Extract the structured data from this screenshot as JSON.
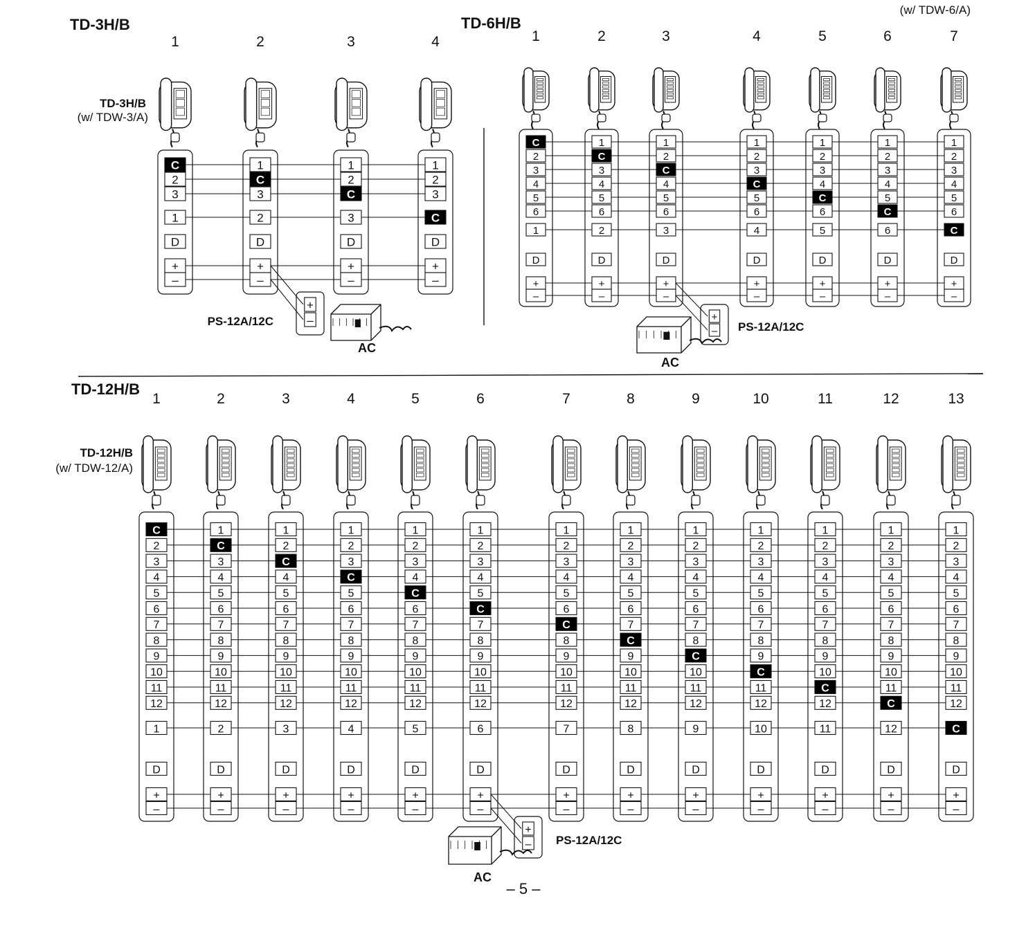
{
  "sections": [
    {
      "id": "td3",
      "title": "TD-3H/B",
      "station_label": "TD-3H/B",
      "station_label_sub": "(w/ TDW-3/A)",
      "station_numbers": [
        "1",
        "2",
        "3",
        "4"
      ],
      "bus_count": 3,
      "bus_terminal_rows": [
        [
          "C",
          "2",
          "3"
        ],
        [
          "1",
          "C",
          "3"
        ],
        [
          "1",
          "2",
          "C"
        ],
        [
          "1",
          "2",
          "3"
        ]
      ],
      "individual_terminals": [
        "1",
        "2",
        "3",
        "C"
      ],
      "door_terminal": "D",
      "plus_terminal": "+",
      "minus_terminal": "–",
      "power_supply_label": "PS-12A/12C",
      "ac_label": "AC"
    },
    {
      "id": "td6",
      "title": "TD-6H/B",
      "station_label_sub": "(w/ TDW-6/A)",
      "station_numbers": [
        "1",
        "2",
        "3",
        "4",
        "5",
        "6",
        "7"
      ],
      "bus_count": 6,
      "bus_terminal_rows": [
        [
          "C",
          "2",
          "3",
          "4",
          "5",
          "6"
        ],
        [
          "1",
          "C",
          "3",
          "4",
          "5",
          "6"
        ],
        [
          "1",
          "2",
          "C",
          "4",
          "5",
          "6"
        ],
        [
          "1",
          "2",
          "3",
          "C",
          "5",
          "6"
        ],
        [
          "1",
          "2",
          "3",
          "4",
          "C",
          "6"
        ],
        [
          "1",
          "2",
          "3",
          "4",
          "5",
          "C"
        ],
        [
          "1",
          "2",
          "3",
          "4",
          "5",
          "6"
        ]
      ],
      "individual_terminals": [
        "1",
        "2",
        "3",
        "4",
        "5",
        "6",
        "C"
      ],
      "door_terminal": "D",
      "plus_terminal": "+",
      "minus_terminal": "–",
      "power_supply_label": "PS-12A/12C",
      "ac_label": "AC"
    },
    {
      "id": "td12",
      "title": "TD-12H/B",
      "station_label": "TD-12H/B",
      "station_label_sub": "(w/ TDW-12/A)",
      "station_numbers": [
        "1",
        "2",
        "3",
        "4",
        "5",
        "6",
        "7",
        "8",
        "9",
        "10",
        "11",
        "12",
        "13"
      ],
      "bus_count": 12,
      "bus_terminal_rows": [
        [
          "C",
          "2",
          "3",
          "4",
          "5",
          "6",
          "7",
          "8",
          "9",
          "10",
          "11",
          "12"
        ],
        [
          "1",
          "C",
          "3",
          "4",
          "5",
          "6",
          "7",
          "8",
          "9",
          "10",
          "11",
          "12"
        ],
        [
          "1",
          "2",
          "C",
          "4",
          "5",
          "6",
          "7",
          "8",
          "9",
          "10",
          "11",
          "12"
        ],
        [
          "1",
          "2",
          "3",
          "C",
          "5",
          "6",
          "7",
          "8",
          "9",
          "10",
          "11",
          "12"
        ],
        [
          "1",
          "2",
          "3",
          "4",
          "C",
          "6",
          "7",
          "8",
          "9",
          "10",
          "11",
          "12"
        ],
        [
          "1",
          "2",
          "3",
          "4",
          "5",
          "C",
          "7",
          "8",
          "9",
          "10",
          "11",
          "12"
        ],
        [
          "1",
          "2",
          "3",
          "4",
          "5",
          "6",
          "C",
          "8",
          "9",
          "10",
          "11",
          "12"
        ],
        [
          "1",
          "2",
          "3",
          "4",
          "5",
          "6",
          "7",
          "C",
          "9",
          "10",
          "11",
          "12"
        ],
        [
          "1",
          "2",
          "3",
          "4",
          "5",
          "6",
          "7",
          "8",
          "C",
          "10",
          "11",
          "12"
        ],
        [
          "1",
          "2",
          "3",
          "4",
          "5",
          "6",
          "7",
          "8",
          "9",
          "C",
          "11",
          "12"
        ],
        [
          "1",
          "2",
          "3",
          "4",
          "5",
          "6",
          "7",
          "8",
          "9",
          "10",
          "C",
          "12"
        ],
        [
          "1",
          "2",
          "3",
          "4",
          "5",
          "6",
          "7",
          "8",
          "9",
          "10",
          "11",
          "C"
        ],
        [
          "1",
          "2",
          "3",
          "4",
          "5",
          "6",
          "7",
          "8",
          "9",
          "10",
          "11",
          "12"
        ]
      ],
      "individual_terminals": [
        "1",
        "2",
        "3",
        "4",
        "5",
        "6",
        "7",
        "8",
        "9",
        "10",
        "11",
        "12",
        "C"
      ],
      "door_terminal": "D",
      "plus_terminal": "+",
      "minus_terminal": "–",
      "power_supply_label": "PS-12A/12C",
      "ac_label": "AC"
    }
  ],
  "page_number": "– 5 –",
  "colors": {
    "ink": "#111111",
    "common_fill": "#000000",
    "common_text": "#ffffff",
    "paper": "#ffffff"
  },
  "icons": {
    "station": "handset-intercom-icon",
    "power_supply": "power-supply-box-icon"
  }
}
